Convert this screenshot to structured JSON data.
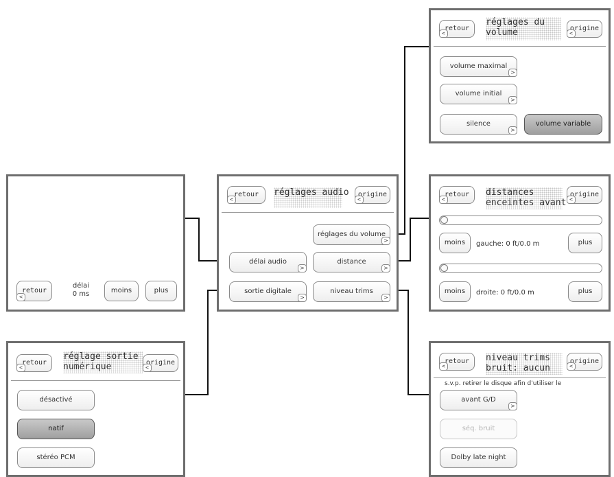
{
  "nav": {
    "back": "retour",
    "origin": "origine",
    "corner_back": "<",
    "corner_next": ">"
  },
  "main": {
    "title": "réglages audio",
    "buttons": {
      "volume": "réglages du volume",
      "delay": "délai audio",
      "distance": "distance",
      "digital": "sortie digitale",
      "trims": "niveau trims"
    }
  },
  "volume_screen": {
    "title_line1": "réglages du",
    "title_line2": "volume",
    "buttons": {
      "max": "volume maximal",
      "initial": "volume initial",
      "silence": "silence",
      "variable": "volume variable"
    }
  },
  "distance_screen": {
    "title_line1": "distances",
    "title_line2": "enceintes avant",
    "minus": "moins",
    "plus": "plus",
    "left_value": "gauche: 0 ft/0.0 m",
    "right_value": "droite: 0 ft/0.0 m",
    "left_level": 0,
    "right_level": 0
  },
  "delay_screen": {
    "label": "délai",
    "value": "0 ms",
    "minus": "moins",
    "plus": "plus"
  },
  "digital_screen": {
    "title_line1": "réglage sortie",
    "title_line2": "numérique",
    "options": [
      "désactivé",
      "natif",
      "stéréo PCM"
    ],
    "selected": "natif"
  },
  "trims_screen": {
    "title_line1": "niveau trims",
    "title_line2": "bruit: aucun",
    "notice": "s.v.p. retirer le disque afin d'utiliser le",
    "buttons": {
      "front": "avant G/D",
      "noise_seq": "séq. bruit",
      "dolby": "Dolby late night"
    }
  },
  "colors": {
    "frame": "#6e6e6e",
    "arrow": "#111111",
    "selected_fill": "#aaaaaa"
  }
}
